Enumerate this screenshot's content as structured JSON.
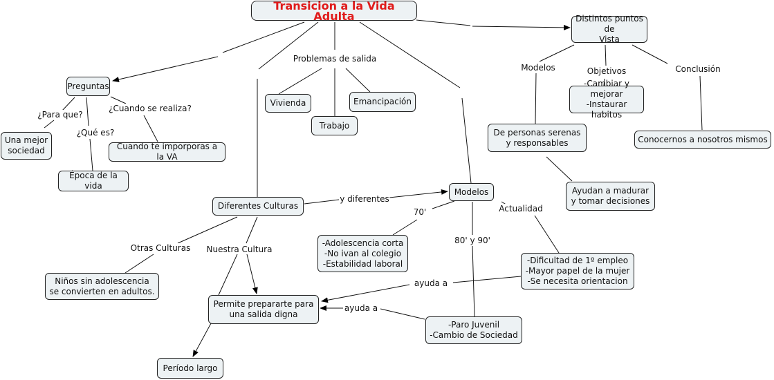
{
  "title": "Transicion a la Vida Adulta",
  "nodes": {
    "distintos": "Distintos puntos de\nVista",
    "preguntas": "Preguntas",
    "vivienda": "Vivienda",
    "trabajo": "Trabajo",
    "emancipacion": "Emancipación",
    "mejor_sociedad": "Una mejor\nsociedad",
    "cuando_te": "Cuando te imporporas a la VA",
    "epoca": "Época de la vida",
    "personas": "De personas serenas\ny responsables",
    "objetivos_box": "-Cambiar y mejorar\n-Instaurar habitos",
    "conocernos": "Conocernos a nosotros mismos",
    "ayudan": "Ayudan a madurar\ny tomar decisiones",
    "modelos": "Modelos",
    "diferentes_culturas": "Diferentes Culturas",
    "adolescencia": "-Adolescencia corta\n-No ivan al colegio\n-Estabilidad laboral",
    "dificultad": "-Dificultad de 1º empleo\n-Mayor papel de la mujer\n-Se necesita orientacion",
    "ninos": "Niños sin adolescencia\nse convierten en adultos.",
    "permite": "Permite prepararte para\nuna salida digna",
    "paro": "-Paro Juvenil\n-Cambio de Sociedad",
    "periodo": "Período largo"
  },
  "labels": {
    "problemas": "Problemas de salida",
    "para_que": "¿Para que?",
    "que_es": "¿Qué es?",
    "cuando_realiza": "¿Cuando se realiza?",
    "modelos_lbl": "Modelos",
    "objetivos": "Objetivos",
    "conclusion": "Conclusión",
    "y_diferentes": "y diferentes",
    "setenta": "70'",
    "actualidad": "Actualidad",
    "ochenta": "80' y 90'",
    "otras": "Otras Culturas",
    "nuestra": "Nuestra Cultura",
    "ayuda1": "ayuda a",
    "ayuda2": "ayuda a"
  }
}
